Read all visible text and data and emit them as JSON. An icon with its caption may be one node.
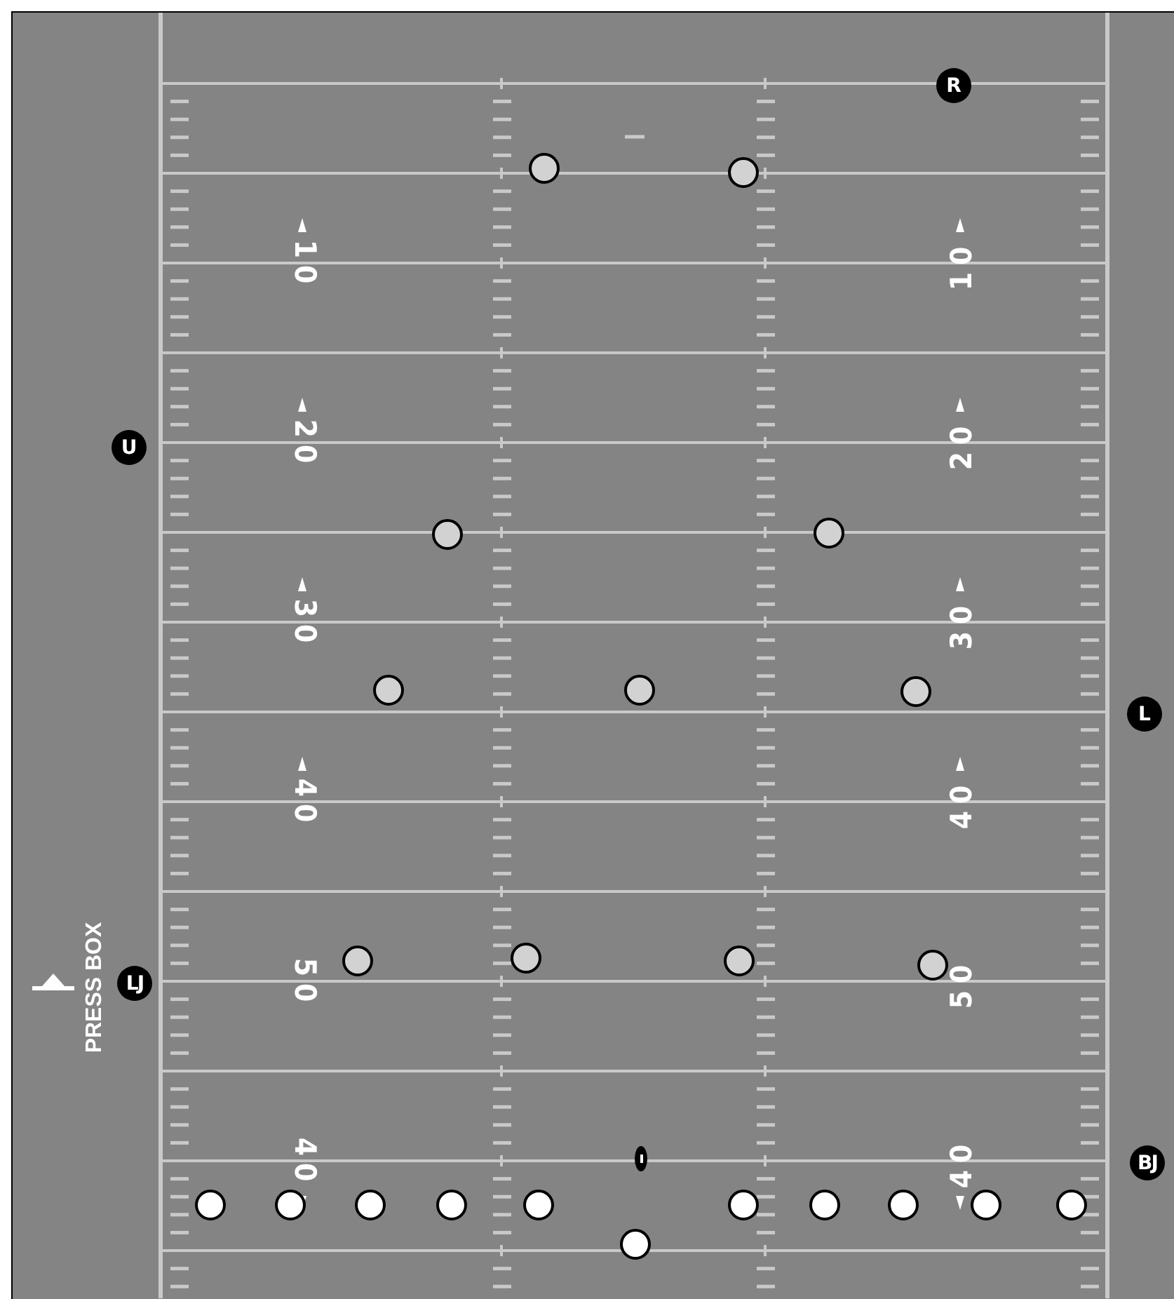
{
  "diagram": {
    "nodes": [
      {
        "text": [
          "R"
        ]
      },
      {
        "text": [],
        "shape": "circle"
      },
      {
        "text": [],
        "shape": "circle"
      },
      {
        "text": [
          "U"
        ]
      },
      {
        "text": [],
        "shape": "circle"
      },
      {
        "text": [],
        "shape": "circle"
      },
      {
        "text": [],
        "shape": "circle"
      },
      {
        "text": [],
        "shape": "circle"
      },
      {
        "text": [],
        "shape": "circle"
      },
      {
        "text": [
          "L"
        ]
      },
      {
        "text": [],
        "shape": "circle"
      },
      {
        "text": [],
        "shape": "circle"
      },
      {
        "text": [],
        "shape": "circle"
      },
      {
        "text": [],
        "shape": "circle"
      },
      {
        "text": [
          "LJ"
        ]
      },
      {
        "text": [],
        "shape": "ball"
      },
      {
        "text": [
          "BJ"
        ]
      },
      {
        "text": [],
        "shape": "circle"
      },
      {
        "text": [],
        "shape": "circle"
      },
      {
        "text": [],
        "shape": "circle"
      },
      {
        "text": [],
        "shape": "circle"
      },
      {
        "text": [],
        "shape": "circle"
      },
      {
        "text": [],
        "shape": "circle"
      },
      {
        "text": [],
        "shape": "circle"
      },
      {
        "text": [],
        "shape": "circle"
      },
      {
        "text": [],
        "shape": "circle"
      },
      {
        "text": [],
        "shape": "circle"
      },
      {
        "text": [],
        "shape": "circle"
      }
    ],
    "labels": [
      "10",
      "10",
      "20",
      "20",
      "30",
      "30",
      "40",
      "40",
      "50",
      "50",
      "PRESS BOX",
      "40",
      "40"
    ]
  }
}
